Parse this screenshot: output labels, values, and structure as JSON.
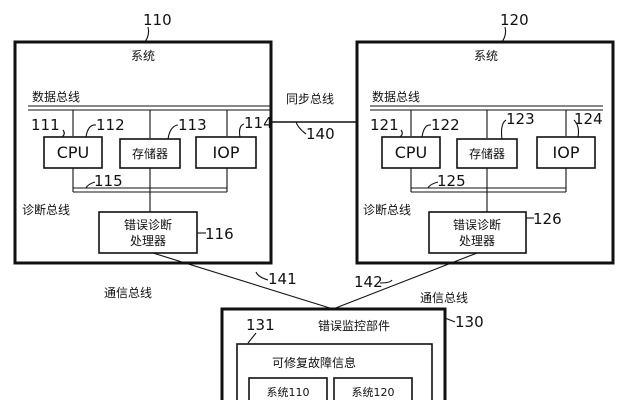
{
  "left_system": {
    "ref": "110",
    "title": "系统",
    "data_bus": "数据总线",
    "diag_bus": "诊断总线",
    "cpu": "CPU",
    "storage": "存储器",
    "iop": "IOP",
    "ref_cpu": "111",
    "ref_cpu_box": "112",
    "ref_storage": "113",
    "ref_iop": "114",
    "ref_diag_bus": "115",
    "diag_proc_line1": "错误诊断",
    "diag_proc_line2": "处理器",
    "ref_diag_proc": "116"
  },
  "right_system": {
    "ref": "120",
    "title": "系统",
    "data_bus": "数据总线",
    "diag_bus": "诊断总线",
    "cpu": "CPU",
    "storage": "存储器",
    "iop": "IOP",
    "ref_cpu": "121",
    "ref_cpu_box": "122",
    "ref_storage": "123",
    "ref_iop": "124",
    "ref_diag_bus": "125",
    "diag_proc_line1": "错误诊断",
    "diag_proc_line2": "处理器",
    "ref_diag_proc": "126"
  },
  "sync_bus": {
    "label": "同步总线",
    "ref": "140"
  },
  "comm_left": {
    "label": "通信总线",
    "ref": "141"
  },
  "comm_right": {
    "label": "通信总线",
    "ref": "142"
  },
  "monitor": {
    "ref": "130",
    "title": "错误监控部件",
    "inner_ref": "131",
    "inner_title": "可修复故障信息",
    "sys_a": "系统110",
    "sys_b": "系统120"
  }
}
